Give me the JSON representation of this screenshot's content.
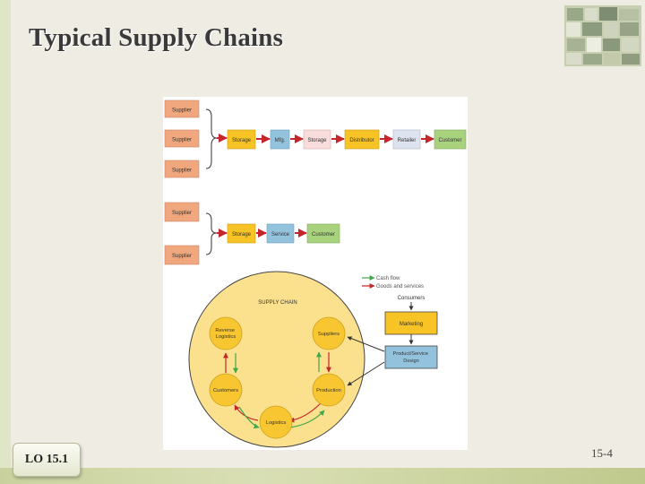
{
  "slide": {
    "title": "Typical Supply Chains",
    "lo_label": "LO 15.1",
    "page_number": "15-4"
  },
  "diagram": {
    "chain1": {
      "suppliers": [
        "Supplier",
        "Supplier",
        "Supplier"
      ],
      "flow": [
        "Storage",
        "Mfg.",
        "Storage",
        "Distributor",
        "Retailer",
        "Customer"
      ]
    },
    "chain2": {
      "suppliers": [
        "Supplier",
        "Supplier"
      ],
      "flow": [
        "Storage",
        "Service",
        "Customer"
      ]
    },
    "legend": {
      "cash_flow": "Cash flow",
      "goods_services": "Goods and services"
    },
    "circle": {
      "title": "SUPPLY CHAIN",
      "nodes": {
        "reverse_logistics": "Reverse Logistics",
        "suppliers": "Suppliers",
        "customers": "Customers",
        "production": "Production",
        "logistics": "Logistics"
      }
    },
    "side": {
      "consumers": "Consumers",
      "marketing": "Marketing",
      "product_design": "Product/Service Design"
    },
    "colors": {
      "supplier": "#f0a77d",
      "storage": "#f7c325",
      "mfg": "#93c3dc",
      "storage_light": "#f9dcdc",
      "distributor": "#f7c325",
      "retailer": "#dde3ef",
      "customer": "#a8d27d",
      "service": "#93c3dc",
      "circle_fill": "#fbe08e",
      "node_fill": "#f8c631",
      "arrow_red": "#c5252b",
      "arrow_green": "#3ea84a",
      "arrow_dark": "#333333"
    }
  }
}
